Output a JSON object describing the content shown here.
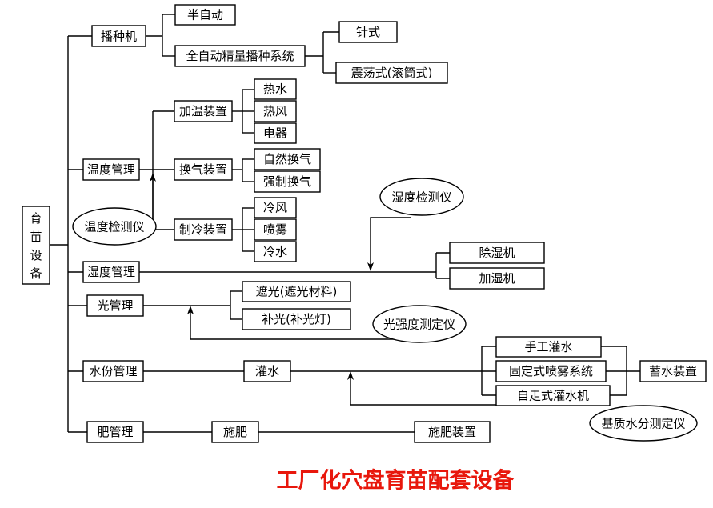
{
  "title": {
    "text": "工厂化穴盘育苗配套设备",
    "color": "#e8170c"
  },
  "root": {
    "label": "育苗设备",
    "chars": [
      "育",
      "苗",
      "设",
      "备"
    ]
  },
  "branches": [
    {
      "id": "seeder",
      "label": "播种机",
      "children": [
        {
          "id": "semi-auto",
          "label": "半自动",
          "children": []
        },
        {
          "id": "full-auto-precision",
          "label": "全自动精量播种系统",
          "children": [
            {
              "id": "needle-type",
              "label": "针式"
            },
            {
              "id": "oscillating-drum-type",
              "label": "震荡式(滚筒式)"
            }
          ]
        }
      ]
    },
    {
      "id": "temperature-management",
      "label": "温度管理",
      "children": [
        {
          "id": "heating-device",
          "label": "加温装置",
          "children": [
            {
              "id": "hot-water",
              "label": "热水"
            },
            {
              "id": "hot-air",
              "label": "热风"
            },
            {
              "id": "electrical-appliance",
              "label": "电器"
            }
          ]
        },
        {
          "id": "ventilation-device",
          "label": "换气装置",
          "children": [
            {
              "id": "natural-ventilation",
              "label": "自然换气"
            },
            {
              "id": "forced-ventilation",
              "label": "强制换气"
            }
          ]
        },
        {
          "id": "cooling-device",
          "label": "制冷装置",
          "children": [
            {
              "id": "cold-air",
              "label": "冷风"
            },
            {
              "id": "spray",
              "label": "喷雾"
            },
            {
              "id": "cold-water",
              "label": "冷水"
            }
          ]
        }
      ]
    },
    {
      "id": "humidity-management",
      "label": "湿度管理",
      "children": [
        {
          "id": "dehumidifier",
          "label": "除湿机"
        },
        {
          "id": "humidifier",
          "label": "加湿机"
        }
      ]
    },
    {
      "id": "light-management",
      "label": "光管理",
      "children": [
        {
          "id": "shading-material",
          "label": "遮光(遮光材料)"
        },
        {
          "id": "supplemental-light",
          "label": "补光(补光灯)"
        }
      ]
    },
    {
      "id": "water-management",
      "label": "水份管理",
      "children": [
        {
          "id": "irrigation",
          "label": "灌水",
          "children": [
            {
              "id": "manual-irrigation",
              "label": "手工灌水"
            },
            {
              "id": "fixed-spray-system",
              "label": "固定式喷雾系统"
            },
            {
              "id": "self-propelled-irrigator",
              "label": "自走式灌水机"
            }
          ]
        },
        {
          "id": "water-storage-device",
          "label": "蓄水装置"
        }
      ]
    },
    {
      "id": "fertilizer-management",
      "label": "肥管理",
      "children": [
        {
          "id": "fertilizing",
          "label": "施肥"
        },
        {
          "id": "fertilizing-device",
          "label": "施肥装置"
        }
      ]
    }
  ],
  "instruments": [
    {
      "id": "temperature-detector",
      "label": "温度检测仪",
      "target": "temperature-management"
    },
    {
      "id": "humidity-detector",
      "label": "湿度检测仪",
      "target": "humidity-management"
    },
    {
      "id": "light-intensity-meter",
      "label": "光强度测定仪",
      "target": "light-management"
    },
    {
      "id": "substrate-moisture-meter",
      "label": "基质水分测定仪",
      "target": "water-management"
    }
  ],
  "node_text": {
    "root": "育苗设备",
    "seeder": "播种机",
    "semi_auto": "半自动",
    "full_auto": "全自动精量播种系统",
    "needle": "针式",
    "oscillating": "震荡式(滚筒式)",
    "temp_mgmt": "温度管理",
    "heating": "加温装置",
    "hot_water": "热水",
    "hot_air": "热风",
    "electric": "电器",
    "ventilation": "换气装置",
    "natural_vent": "自然换气",
    "forced_vent": "强制换气",
    "cooling": "制冷装置",
    "cold_air": "冷风",
    "spray": "喷雾",
    "cold_water": "冷水",
    "temp_detector": "温度检测仪",
    "humid_mgmt": "湿度管理",
    "humid_detector": "湿度检测仪",
    "dehumidifier": "除湿机",
    "humidifier": "加湿机",
    "light_mgmt": "光管理",
    "shading": "遮光(遮光材料)",
    "supp_light": "补光(补光灯)",
    "light_meter": "光强度测定仪",
    "water_mgmt": "水份管理",
    "irrigation": "灌水",
    "manual_irrig": "手工灌水",
    "fixed_spray": "固定式喷雾系统",
    "self_propelled": "自走式灌水机",
    "water_storage": "蓄水装置",
    "substrate_meter": "基质水分测定仪",
    "fert_mgmt": "肥管理",
    "fertilizing": "施肥",
    "fert_device": "施肥装置",
    "root_c1": "育",
    "root_c2": "苗",
    "root_c3": "设",
    "root_c4": "备"
  }
}
